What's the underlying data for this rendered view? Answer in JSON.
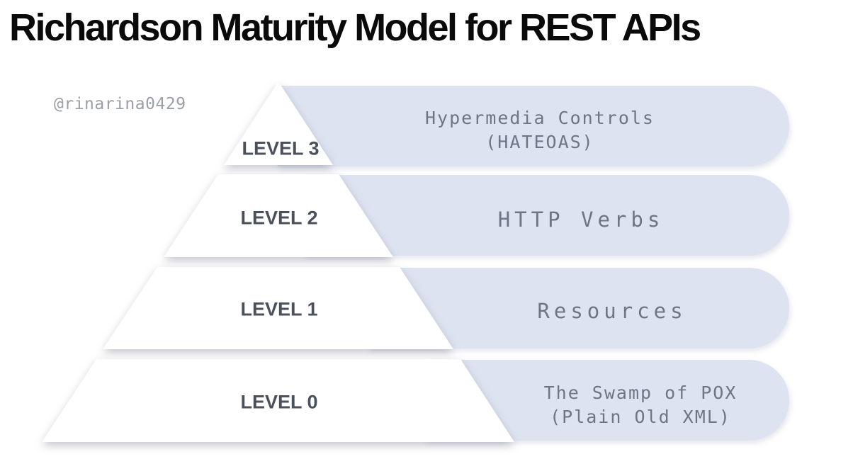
{
  "title": "Richardson Maturity Model for REST APIs",
  "watermark": "@rinarina0429",
  "colors": {
    "background": "#ffffff",
    "bar_fill": "#dde3f0",
    "bar_text": "#6e7584",
    "level_label_text": "#4a505c",
    "title_text": "#0a0a0a",
    "watermark_text": "#9aa0a8"
  },
  "pyramid": {
    "levels": [
      {
        "label": "LEVEL 3",
        "bar_lines": [
          "Hypermedia Controls",
          "(HATEOAS)"
        ]
      },
      {
        "label": "LEVEL 2",
        "bar_lines": [
          "HTTP Verbs"
        ]
      },
      {
        "label": "LEVEL 1",
        "bar_lines": [
          "Resources"
        ]
      },
      {
        "label": "LEVEL 0",
        "bar_lines": [
          "The Swamp of POX",
          "(Plain Old XML)"
        ]
      }
    ]
  }
}
